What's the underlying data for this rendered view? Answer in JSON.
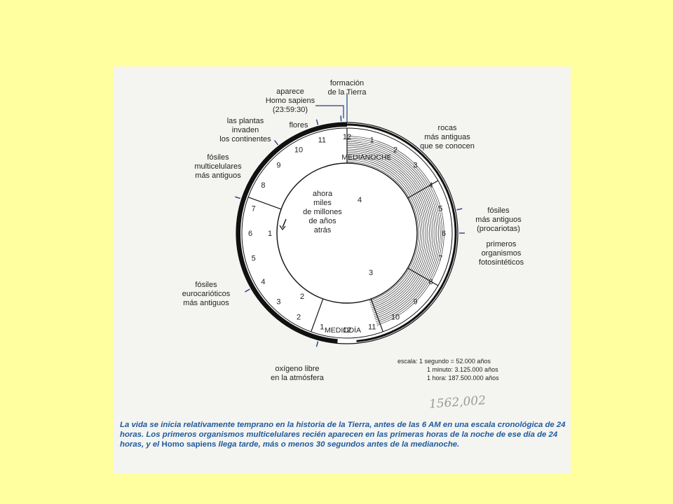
{
  "labels": {
    "formacion": "formación\nde la Tierra",
    "homo": "aparece\nHomo sapiens\n(23:59:30)",
    "flores": "flores",
    "plantas": "las plantas\ninvaden\nlos continentes",
    "multicel": "fósiles\nmulticelulares\nmás antiguos",
    "rocas": "rocas\nmás antiguas\nque se conocen",
    "procariotas": "fósiles\nmás antiguos\n(procariotas)",
    "fotosinteticos": "primeros\norganismos\nfotosintéticos",
    "eucariotas": "fósiles\neurocarióticos\nmás antiguos",
    "oxigeno": "oxígeno libre\nen la atmósfera",
    "center": "ahora\nmiles\nde millones\nde años\natrás"
  },
  "dial": {
    "medianoche": "MEDIANOCHE",
    "mediodia": "MEDIODÍA",
    "hours_right": [
      "12",
      "1",
      "2",
      "3",
      "4",
      "5",
      "6",
      "7",
      "8",
      "9",
      "10",
      "11"
    ],
    "hours_left": [
      "12",
      "1",
      "2",
      "3",
      "4",
      "5",
      "6",
      "7",
      "8",
      "9",
      "10",
      "11"
    ],
    "inner_numbers": [
      "1",
      "2",
      "3",
      "4"
    ]
  },
  "scale": {
    "prefix": "escala:",
    "line1": "1 segundo  =  52.000 años",
    "line2": "1 minuto: 3.125.000 años",
    "line3": "1 hora: 187.500.000 años"
  },
  "handwritten": "1562,002",
  "caption": {
    "part1": "La vida se inicia relativamente temprano en la historia de la Tierra, antes de las 6 AM en una escala cronológica de 24 horas. Los primeros organismos multicelulares recién aparecen en las primeras horas de la noche de ese día de 24 horas, y el ",
    "homo": "Homo sapiens",
    "part2": " llega tarde, más o menos 30 segundos antes de la medianoche."
  }
}
